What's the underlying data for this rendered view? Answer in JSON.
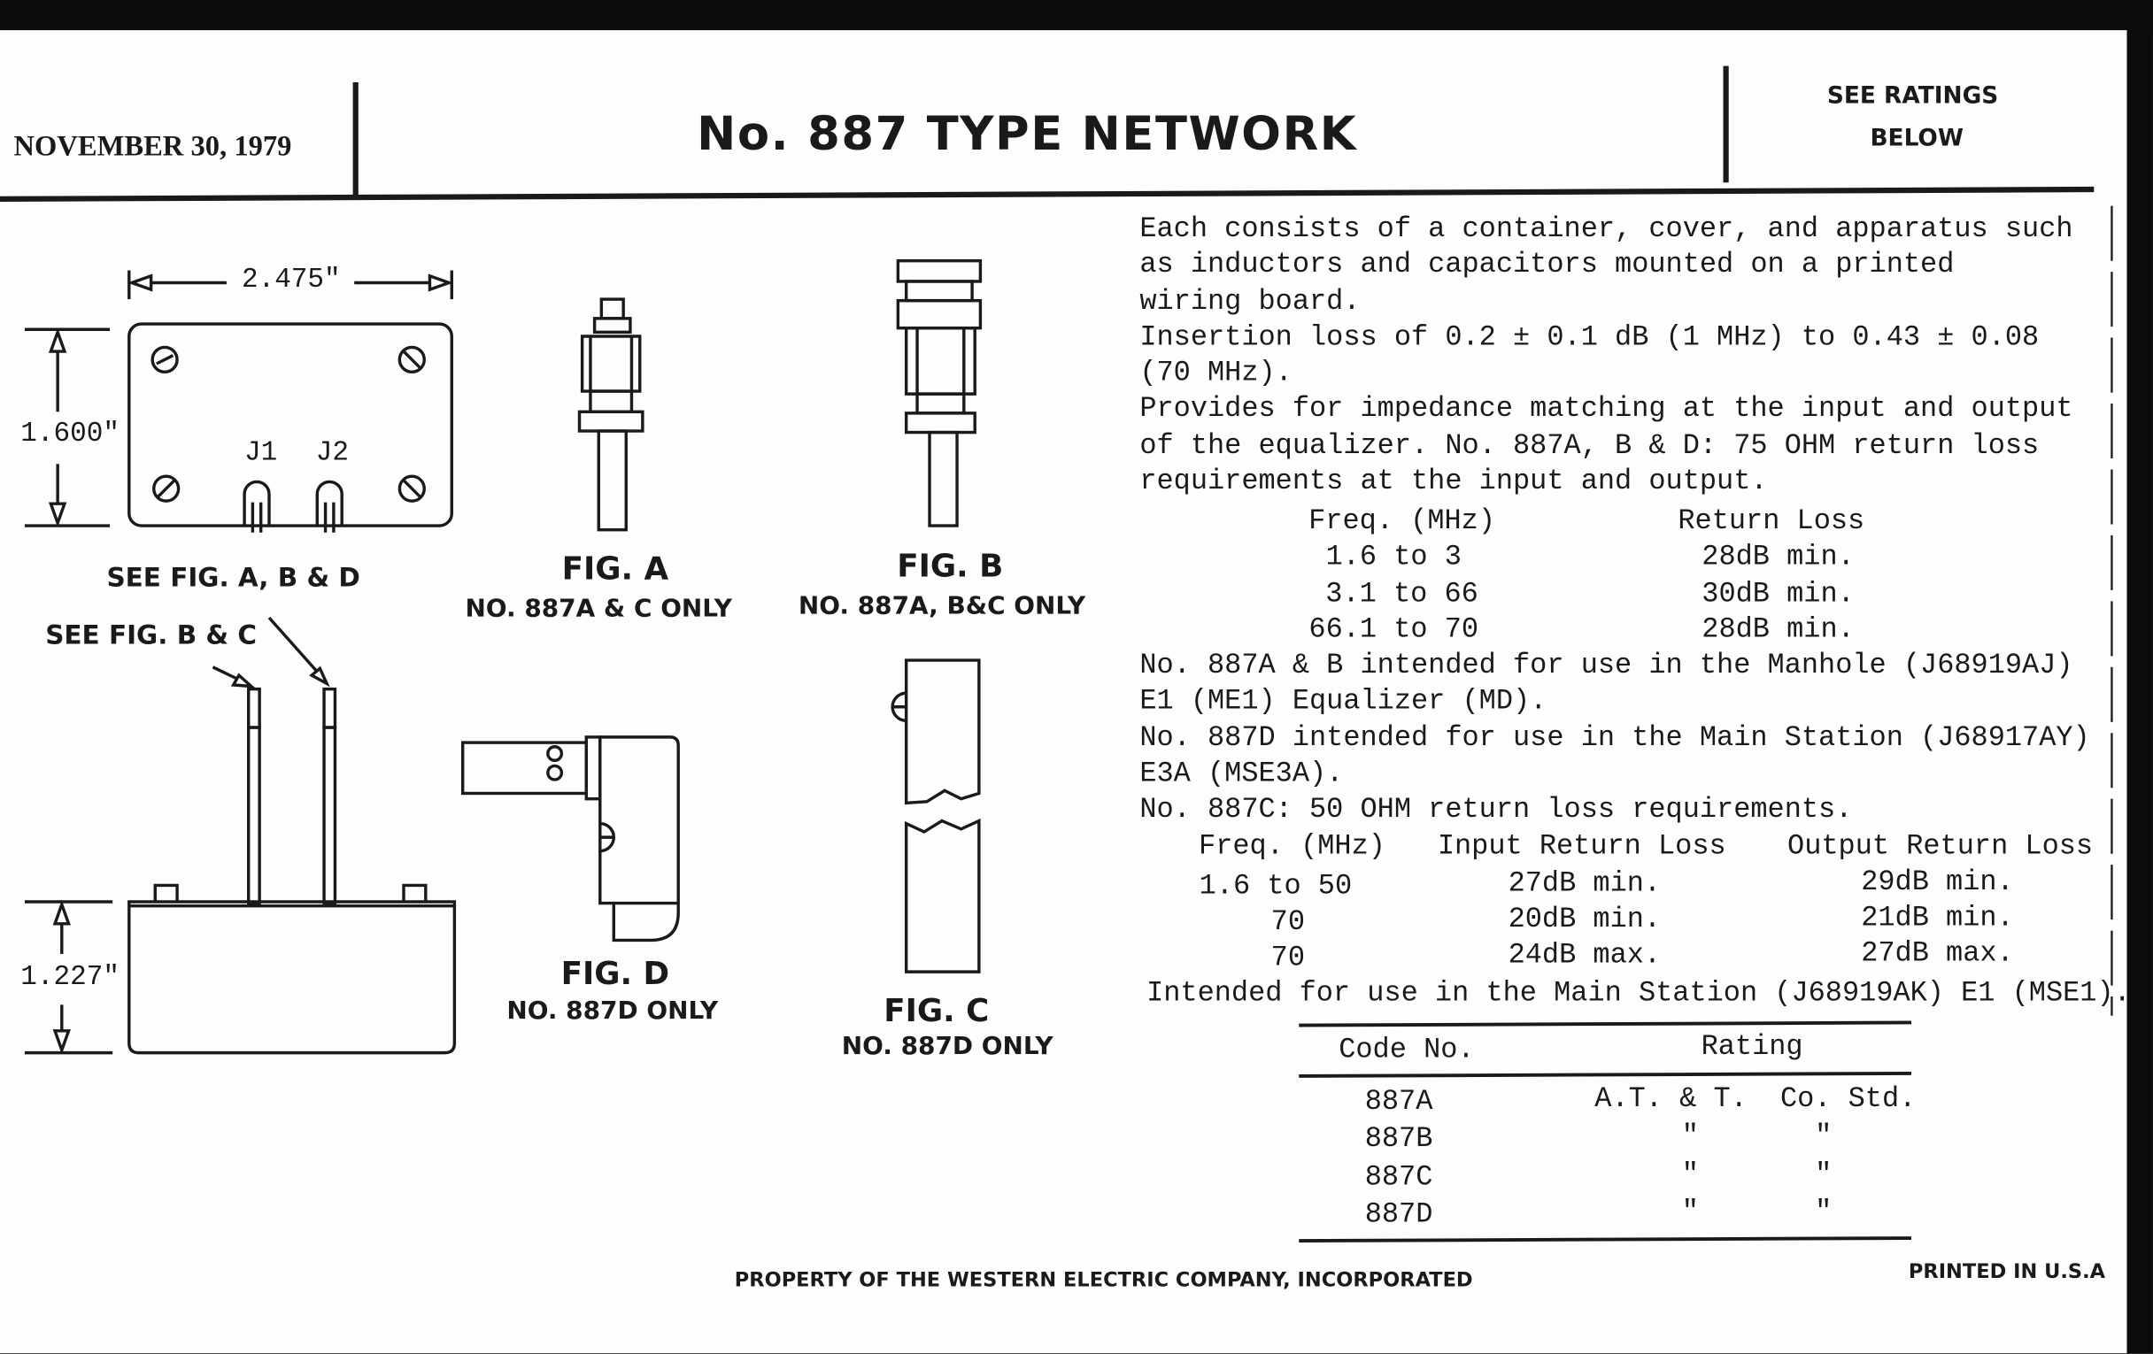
{
  "header": {
    "date": "NOVEMBER 30, 1979",
    "title": "No. 887 TYPE NETWORK",
    "ratings_note_line1": "SEE RATINGS",
    "ratings_note_line2": "BELOW"
  },
  "drawings": {
    "width_dim": "2.475\"",
    "height_dim_top": "1.600\"",
    "height_dim_bottom": "1.227\"",
    "jack1": "J1",
    "jack2": "J2",
    "see_fig_abd": "SEE FIG. A, B & D",
    "see_fig_bc": "SEE FIG. B & C",
    "fig_a": {
      "title": "FIG. A",
      "caption": "NO. 887A & C ONLY"
    },
    "fig_b": {
      "title": "FIG. B",
      "caption": "NO. 887A, B&C ONLY"
    },
    "fig_c": {
      "title": "FIG. C",
      "caption": "NO. 887D ONLY"
    },
    "fig_d": {
      "title": "FIG. D",
      "caption": "NO. 887D ONLY"
    }
  },
  "description": {
    "lines": [
      "Each consists of a container, cover, and apparatus such",
      "as inductors and capacitors mounted on a printed",
      "wiring board.",
      "Insertion loss of 0.2 ± 0.1 dB (1 MHz) to 0.43 ± 0.08",
      "(70 MHz).",
      "Provides for impedance matching at the input and output",
      "of the equalizer. No. 887A, B & D: 75 OHM return loss",
      "requirements at the input and output."
    ],
    "table1": {
      "headers": [
        "Freq. (MHz)",
        "Return Loss"
      ],
      "rows": [
        [
          "1.6 to 3",
          "28dB min."
        ],
        [
          "3.1 to 66",
          "30dB min."
        ],
        [
          "66.1 to 70",
          "28dB min."
        ]
      ]
    },
    "lines2": [
      "No. 887A & B intended for use in the Manhole (J68919AJ)",
      "E1 (ME1) Equalizer (MD).",
      "No. 887D intended for use in the Main Station (J68917AY)",
      "E3A (MSE3A).",
      "No. 887C: 50 OHM return loss requirements."
    ],
    "table2": {
      "headers": [
        "Freq. (MHz)",
        "Input Return Loss",
        "Output Return Loss"
      ],
      "rows": [
        [
          "1.6 to 50",
          "27dB min.",
          "29dB min."
        ],
        [
          "70",
          "20dB min.",
          "21dB min."
        ],
        [
          "70",
          "24dB max.",
          "27dB max."
        ]
      ]
    },
    "closing": "Intended for use in the Main Station (J68919AK) E1 (MSE1)."
  },
  "ratings": {
    "headers": [
      "Code No.",
      "Rating"
    ],
    "rows": [
      {
        "code": "887A",
        "rating_a": "A.T. & T.",
        "rating_b": "Co. Std."
      },
      {
        "code": "887B",
        "rating_a": "\"",
        "rating_b": "\""
      },
      {
        "code": "887C",
        "rating_a": "\"",
        "rating_b": "\""
      },
      {
        "code": "887D",
        "rating_a": "\"",
        "rating_b": "\""
      }
    ]
  },
  "footer": {
    "property": "PROPERTY OF THE WESTERN ELECTRIC COMPANY, INCORPORATED",
    "printed": "PRINTED IN U.S.A"
  }
}
